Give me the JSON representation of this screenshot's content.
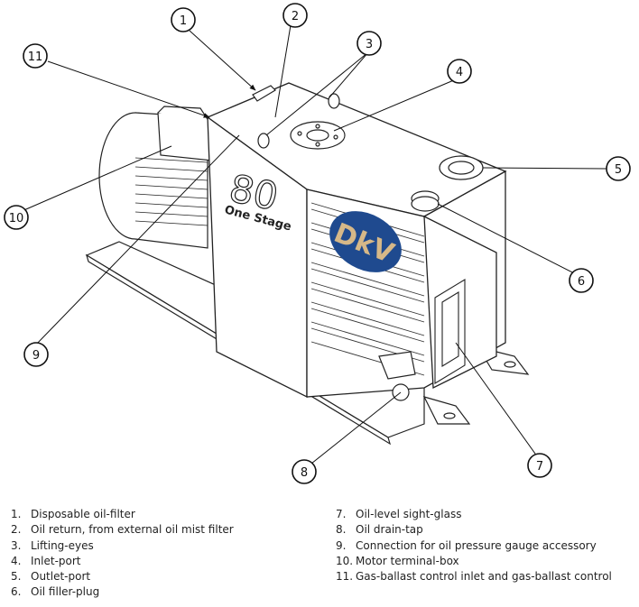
{
  "diagram": {
    "model_number": "80",
    "model_subtitle": "One Stage",
    "logo_text": "DkV",
    "logo_colors": {
      "primary": "#1f4a8f",
      "secondary": "#d6b888"
    },
    "callouts": [
      "1",
      "2",
      "3",
      "4",
      "5",
      "6",
      "7",
      "8",
      "9",
      "10",
      "11"
    ]
  },
  "legend": {
    "left": [
      {
        "num": "1.",
        "label": "Disposable oil-filter"
      },
      {
        "num": "2.",
        "label": "Oil return, from external oil mist filter"
      },
      {
        "num": "3.",
        "label": "Lifting-eyes"
      },
      {
        "num": "4.",
        "label": "Inlet-port"
      },
      {
        "num": "5.",
        "label": "Outlet-port"
      },
      {
        "num": "6.",
        "label": "Oil filler-plug"
      }
    ],
    "right": [
      {
        "num": "7.",
        "label": "Oil-level sight-glass"
      },
      {
        "num": "8.",
        "label": "Oil drain-tap"
      },
      {
        "num": "9.",
        "label": "Connection for oil pressure gauge accessory"
      },
      {
        "num": "10.",
        "label": "Motor terminal-box"
      },
      {
        "num": "11.",
        "label": "Gas-ballast control inlet and gas-ballast control"
      }
    ]
  }
}
